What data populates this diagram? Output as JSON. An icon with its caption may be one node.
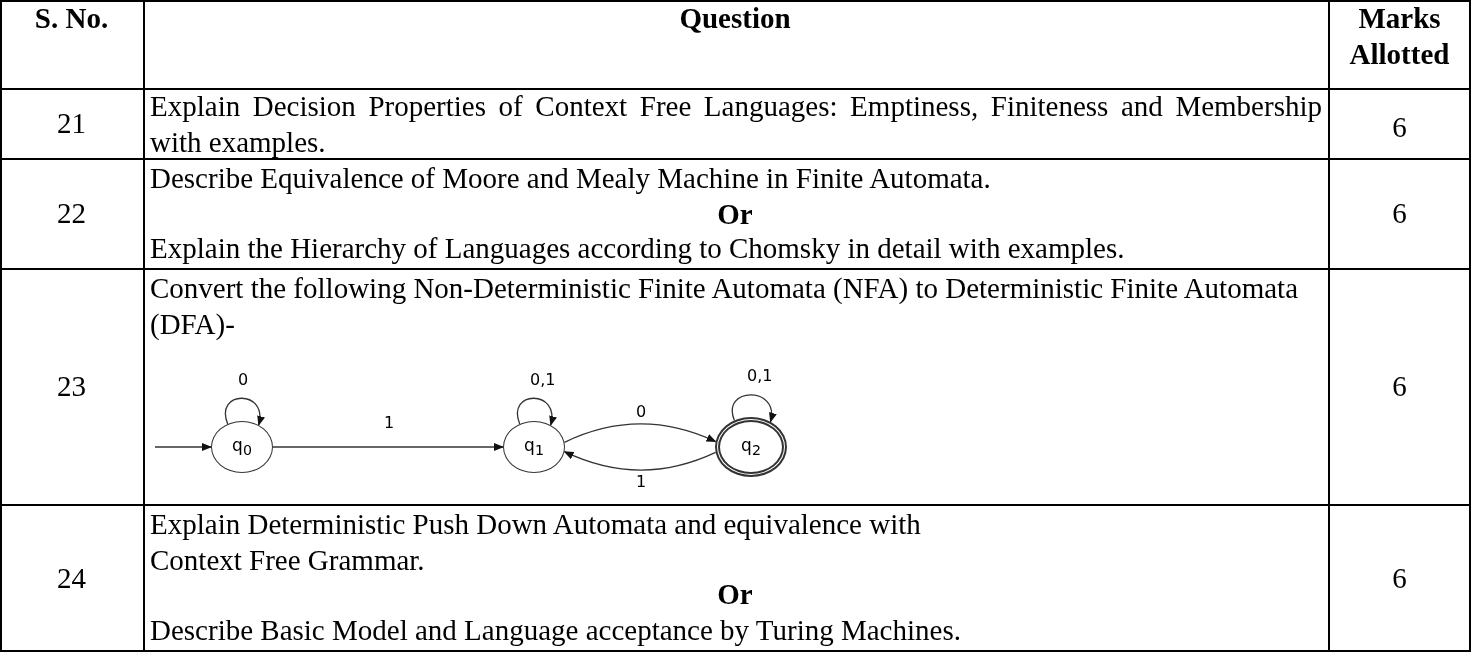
{
  "diagram": {
    "nodes": [
      {
        "text": [
          "q$_{0}$"
        ]
      },
      {
        "text": [
          "q$_{1}$"
        ]
      },
      {
        "text": [
          "q$_{2}$"
        ]
      }
    ],
    "edges": [
      {
        "from": null,
        "to": 0,
        "arrow": "to"
      },
      {
        "from": 0,
        "to": 0,
        "arrow": "to",
        "label": "0"
      },
      {
        "from": 0,
        "to": 1,
        "arrow": "to",
        "label": "1"
      },
      {
        "from": 1,
        "to": 1,
        "arrow": "to",
        "label": "0,1"
      },
      {
        "from": 1,
        "to": 2,
        "arrow": "to",
        "label": "0"
      },
      {
        "from": 2,
        "to": 2,
        "arrow": "to",
        "label": "0,1"
      },
      {
        "from": 2,
        "to": 1,
        "arrow": "to",
        "label": "1"
      }
    ],
    "labels": [
      "S. No.",
      "Question",
      "Marks Allotted",
      "21",
      "Explain Decision Properties of Context Free Languages: Emptiness, Finiteness and Membership with examples.",
      "6",
      "22",
      "Describe Equivalence of Moore and Mealy Machine in Finite Automata.",
      "Or",
      "Explain the Hierarchy of Languages according to Chomsky in detail with examples.",
      "6",
      "23",
      "Convert the following Non-Deterministic Finite Automata (NFA) to Deterministic Finite Automata (DFA)-",
      "6",
      "24",
      "Explain Deterministic Push Down Automata and equivalence with Context Free Grammar.",
      "Or",
      "Describe Basic Model and Language acceptance by Turing Machines.",
      "6"
    ]
  }
}
